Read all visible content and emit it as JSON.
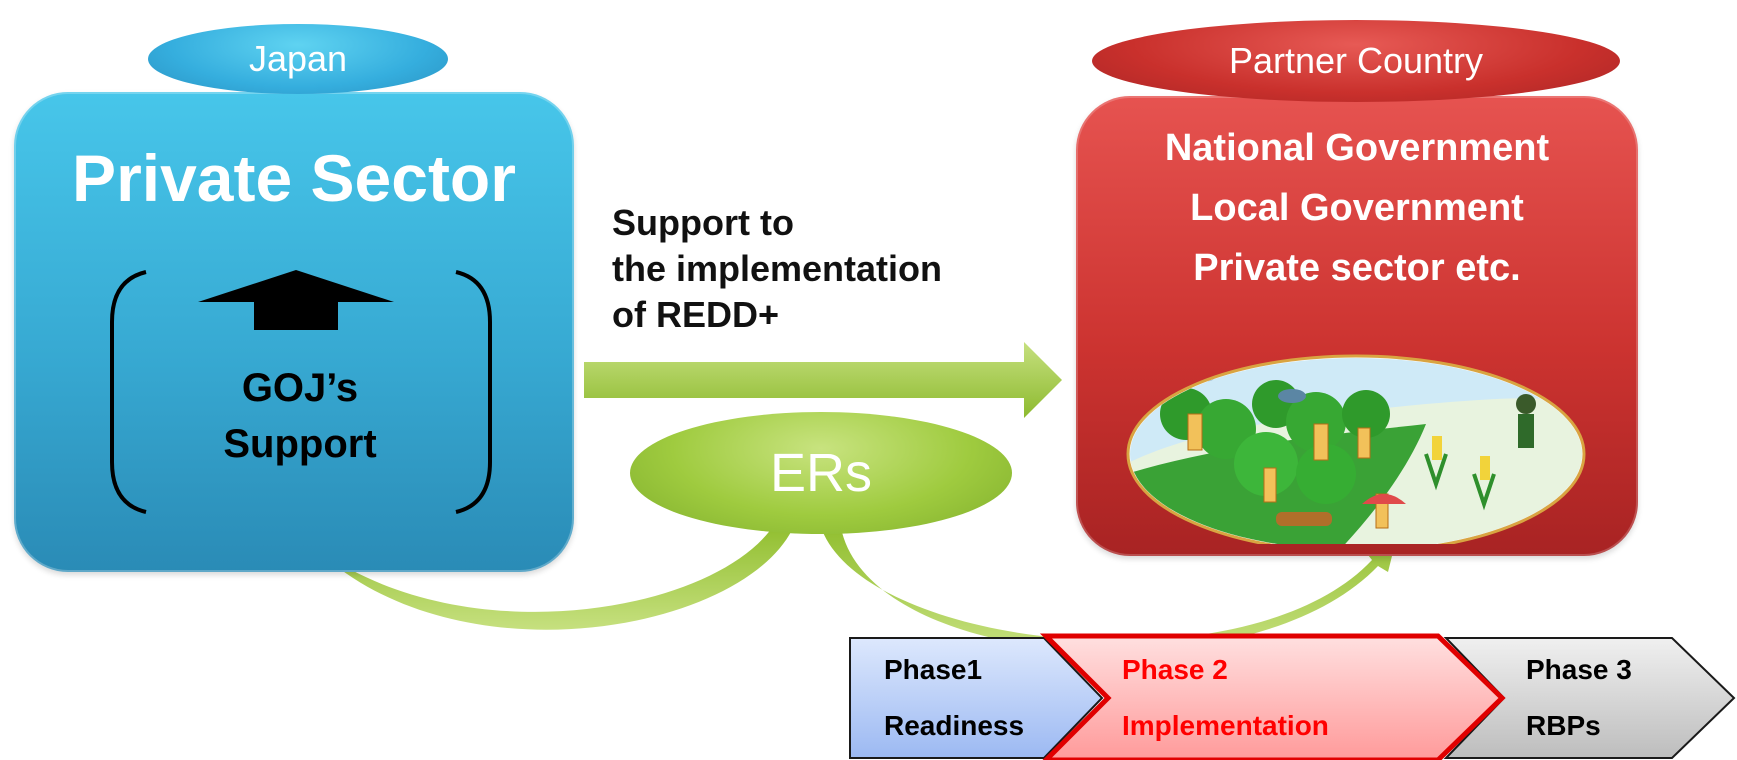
{
  "left_box": {
    "country": "Japan",
    "title": "Private Sector",
    "support_line1": "GOJ’s",
    "support_line2": "Support"
  },
  "right_box": {
    "country": "Partner Country",
    "lines": [
      "National Government",
      "Local Government",
      "Private sector etc."
    ]
  },
  "arrow_label": {
    "line1": "Support to",
    "line2": "the implementation",
    "line3": "of REDD+"
  },
  "ers_label": "ERs",
  "phases": [
    {
      "name": "Phase1",
      "sub": "Readiness",
      "color": "#000000"
    },
    {
      "name": "Phase 2",
      "sub": "Implementation",
      "color": "#ff0000"
    },
    {
      "name": "Phase 3",
      "sub": "RBPs",
      "color": "#000000"
    }
  ],
  "colors": {
    "japan_blue": "#37a9d2",
    "partner_red": "#c9302c",
    "arrow_green": "#9fcb3f",
    "phase1_fill": "#c9d9fb",
    "phase2_fill": "#ffc0c0",
    "phase3_fill": "#d8d8d8"
  }
}
